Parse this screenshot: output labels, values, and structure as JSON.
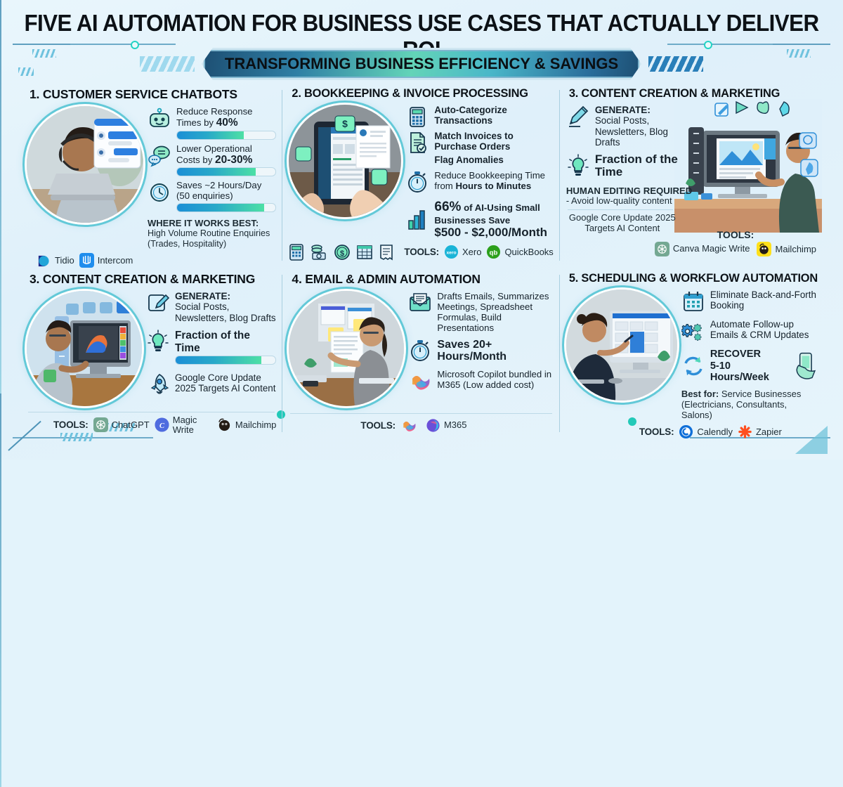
{
  "header": {
    "title": "FIVE AI AUTOMATION FOR BUSINESS USE CASES THAT ACTUALLY DELIVER ROI",
    "banner": "TRANSFORMING BUSINESS EFFICIENCY & SAVINGS"
  },
  "colors": {
    "background": "#e3f3fb",
    "accent_blue": "#1b8fd6",
    "accent_green": "#4de0a5",
    "frame": "#7fb9cf",
    "text": "#16222b"
  },
  "panels": [
    {
      "id": "customer-service-chatbots",
      "heading": "1. CUSTOMER SERVICE CHATBOTS",
      "photo_alt": "support agent with headset at laptop",
      "facts": [
        {
          "icon": "robot-icon",
          "lead": "Reduce Response Times by ",
          "strong": "40%",
          "bar": 68
        },
        {
          "icon": "chat-bubbles-icon",
          "lead": "Lower Operational Costs by ",
          "strong": "20-30%",
          "bar": 80
        },
        {
          "icon": "clock-icon",
          "lead": "Saves ~2 Hours/Day (50 enquiries)",
          "strong": "",
          "bar": 88
        }
      ],
      "note_caption": "WHERE IT WORKS BEST:",
      "note_text": "High Volume Routine Enquiries (Trades, Hospitality)",
      "tools_label": "",
      "tools": [
        {
          "name": "Tidio",
          "logo": "tidio-logo"
        },
        {
          "name": "Intercom",
          "logo": "intercom-logo"
        }
      ]
    },
    {
      "id": "bookkeeping-invoice-processing",
      "heading": "2. BOOKKEEPING & INVOICE PROCESSING",
      "photo_alt": "hands holding tablet with accounting dashboard",
      "facts": [
        {
          "icon": "calculator-icon",
          "lead": "Auto-Categorize Transactions",
          "strong": "",
          "bar": 0
        },
        {
          "icon": "document-check-icon",
          "lead": "Match Invoices to Purchase Orders",
          "strong": "",
          "bar": 0
        },
        {
          "icon": "magnifier-icon",
          "lead": "Flag Anomalies",
          "strong": "",
          "bar": 0
        },
        {
          "icon": "stopwatch-icon",
          "lead": "Reduce Bookkeeping Time from ",
          "strong": "Hours to Minutes",
          "bar": 0
        },
        {
          "icon": "bar-chart-icon",
          "lead": "of AI-Using Small Businesses Save",
          "strong": "66%",
          "bar": 0,
          "amount": "$500 - $2,000/Month"
        }
      ],
      "bottom_icons": [
        "calculator-icon",
        "coins-icon",
        "dollar-coin-icon",
        "spreadsheet-icon",
        "receipt-icon"
      ],
      "tools_label": "TOOLS:",
      "tools": [
        {
          "name": "Xero",
          "logo": "xero-logo"
        },
        {
          "name": "QuickBooks",
          "logo": "quickbooks-logo"
        }
      ]
    },
    {
      "id": "content-creation-marketing-top",
      "heading": "3. CONTENT CREATION & MARKETING",
      "photo_alt": "designer editing graphics on desktop monitor",
      "facts": [
        {
          "icon": "pen-icon",
          "lead": "Social Posts, Newsletters, Blog Drafts",
          "strong": "GENERATE:",
          "bar": 0
        },
        {
          "icon": "lightbulb-icon",
          "lead": "",
          "strong": "Fraction of the Time",
          "bar": 0
        }
      ],
      "note_caption": "HUMAN EDITING REQUIRED",
      "note_text": "- Avoid low-quality content",
      "footer_note": "Google Core Update 2025 Targets AI Content",
      "tools_label": "TOOLS:",
      "tools": [
        {
          "name": "Canva Magic Write",
          "logo": "openai-logo"
        },
        {
          "name": "Mailchimp",
          "logo": "mailchimp-logo"
        }
      ]
    },
    {
      "id": "content-creation-marketing-bottom",
      "heading": "3. CONTENT CREATION & MARKETING",
      "photo_alt": "creative professional at computer with color palette",
      "facts": [
        {
          "icon": "pencil-square-icon",
          "lead": "Social Posts, Newsletters, Blog Drafts",
          "strong": "GENERATE:",
          "bar": 0
        },
        {
          "icon": "lightbulb-icon",
          "lead": "",
          "strong": "Fraction of the Time",
          "bar": 86
        },
        {
          "icon": "rocket-icon",
          "lead": "Google Core Update 2025 Targets AI Content",
          "strong": "",
          "bar": 0
        }
      ],
      "tools_label": "TOOLS:",
      "tools": [
        {
          "name": "ChatGPT",
          "logo": "openai-logo"
        },
        {
          "name": "Magic Write",
          "logo": "canva-logo"
        },
        {
          "name": "Mailchimp",
          "logo": "mailchimp-logo"
        }
      ]
    },
    {
      "id": "email-admin-automation",
      "heading": "4. EMAIL & ADMIN AUTOMATION",
      "photo_alt": "woman at desk with documents and sticky notes",
      "facts": [
        {
          "icon": "envelope-icon",
          "lead": "Drafts Emails, Summarizes Meetings, Spreadsheet Formulas, Build Presentations",
          "strong": "",
          "bar": 0
        },
        {
          "icon": "stopwatch-icon",
          "lead": "",
          "strong": "Saves 20+ Hours/Month",
          "bar": 0
        },
        {
          "icon": "copilot-icon",
          "lead": "Microsoft Copilot bundled in M365 (Low added cost)",
          "strong": "",
          "bar": 0
        }
      ],
      "tools_label": "TOOLS:",
      "tools": [
        {
          "name": "",
          "logo": "copilot-logo"
        },
        {
          "name": "M365",
          "logo": "m365-logo"
        }
      ]
    },
    {
      "id": "scheduling-workflow-automation",
      "heading": "5. SCHEDULING & WORKFLOW AUTOMATION",
      "photo_alt": "businesswoman pointing at scheduling dashboard",
      "facts": [
        {
          "icon": "calendar-icon",
          "lead": "Eliminate Back-and-Forth Booking",
          "strong": "",
          "bar": 0
        },
        {
          "icon": "gears-icon",
          "lead": "Automate Follow-up Emails & CRM Updates",
          "strong": "",
          "bar": 0
        },
        {
          "icon": "refresh-cycle-icon",
          "lead": "5-10 Hours/Week",
          "strong": "RECOVER",
          "bar": 0
        }
      ],
      "note_caption": "Best for:",
      "note_text": "Service Businesses (Electricians, Consultants, Salons)",
      "tools_label": "TOOLS:",
      "tools": [
        {
          "name": "Calendly",
          "logo": "calendly-logo"
        },
        {
          "name": "Zapier",
          "logo": "zapier-logo"
        }
      ]
    }
  ]
}
